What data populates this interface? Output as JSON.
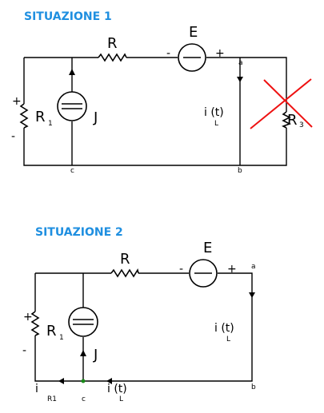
{
  "situation_1": {
    "title": "SITUAZIONE 1",
    "resistor_label": "R",
    "source_label": "E",
    "source_minus": "-",
    "source_plus": "+",
    "r1_label": "R",
    "r1_sub": "1",
    "r1_plus": "+",
    "r1_minus": "-",
    "current_source_label": "J",
    "current_label": "i  (t)",
    "current_sub": "L",
    "r3_label": "R",
    "r3_sub": "3",
    "node_a": "a",
    "node_b": "b",
    "node_c": "c",
    "r3_removed_color": "#ee1111"
  },
  "situation_2": {
    "title": "SITUAZIONE 2",
    "resistor_label": "R",
    "source_label": "E",
    "source_minus": "-",
    "source_plus": "+",
    "r1_label": "R",
    "r1_sub": "1",
    "r1_plus": "+",
    "r1_minus": "-",
    "current_source_label": "J",
    "current_right_label": "i  (t)",
    "current_right_sub": "L",
    "current_bottom_label": "i  (t)",
    "current_bottom_sub": "L",
    "current_r1_label": "i",
    "current_r1_sub": "R1",
    "node_a": "a",
    "node_b": "b",
    "node_c": "c"
  },
  "colors": {
    "title": "#1f8fe0",
    "node_dot": "#1a8a1a"
  }
}
